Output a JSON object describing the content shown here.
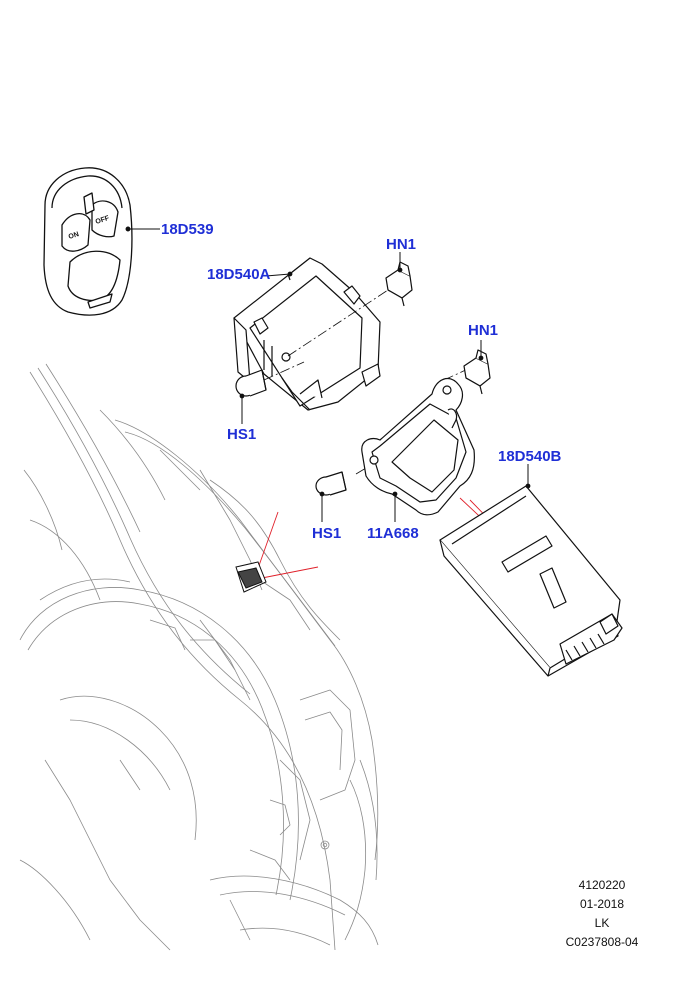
{
  "callouts": {
    "remote_18d539": "18D539",
    "module_18d540a": "18D540A",
    "nut_hn1_upper": "HN1",
    "nut_hn1_lower": "HN1",
    "screw_hs1_left": "HS1",
    "screw_hs1_lower": "HS1",
    "bracket_11a668": "11A668",
    "module_18d540b": "18D540B"
  },
  "remote_buttons": {
    "on": "ON",
    "off": "OFF"
  },
  "footer": {
    "ref_number": "4120220",
    "date": "01-2018",
    "code": "LK",
    "drawing_id": "C0237808-04"
  },
  "colors": {
    "callout_text": "#1f2fd6",
    "line_art": "#111111",
    "background_vehicle": "#8a8a8a",
    "location_lines": "#e0202a"
  }
}
